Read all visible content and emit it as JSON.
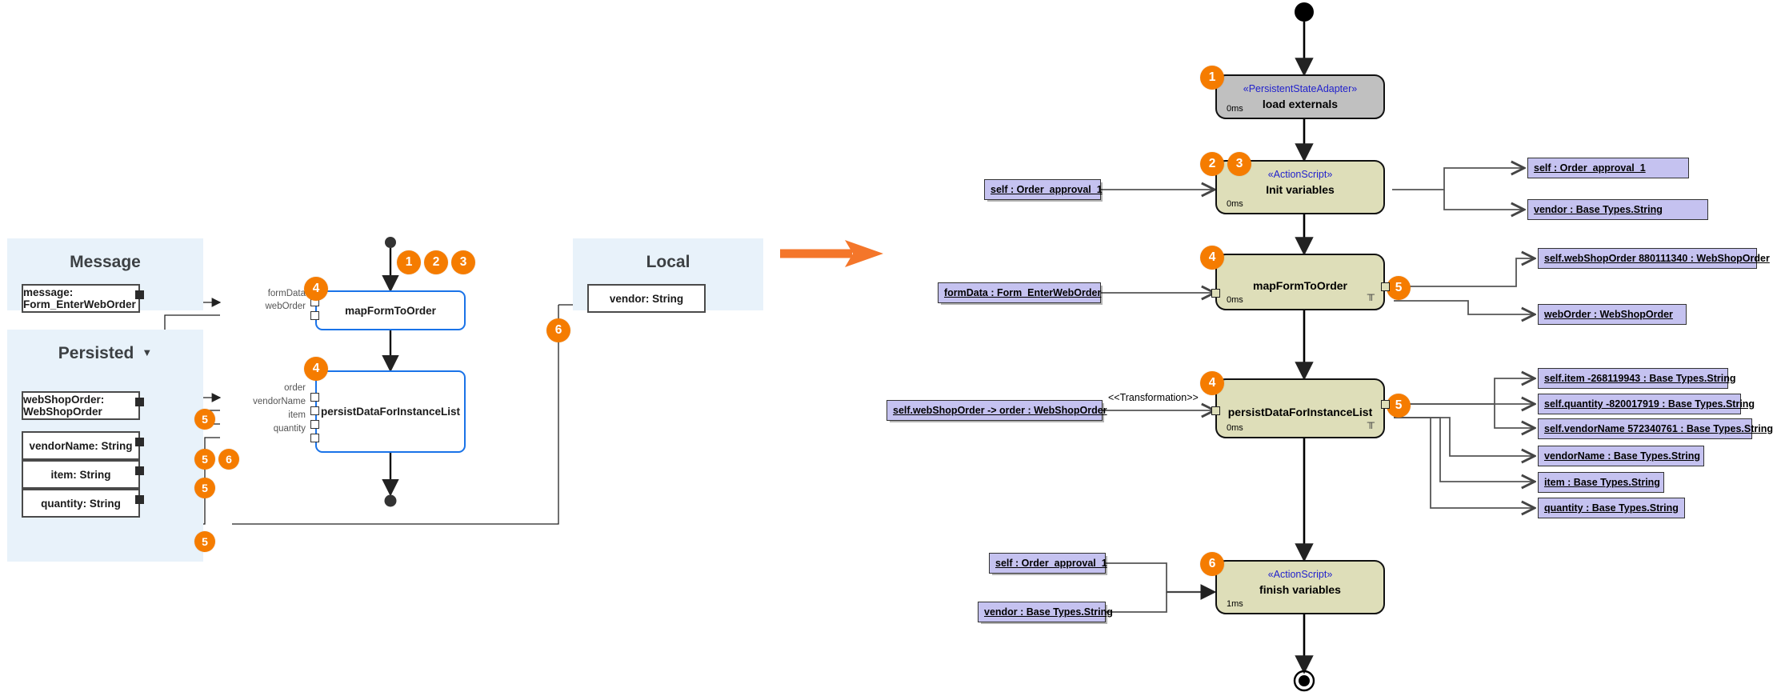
{
  "left_panels": [
    {
      "title": "Message",
      "has_caret": false,
      "variables": [
        {
          "label": "message: Form_EnterWebOrder"
        }
      ]
    },
    {
      "title": "Persisted",
      "has_caret": true,
      "caret_glyph": "▼",
      "variables": [
        {
          "label": "webShopOrder: WebShopOrder",
          "badges": [
            "5"
          ]
        },
        {
          "label": "vendorName: String",
          "badges": [
            "5",
            "6"
          ]
        },
        {
          "label": "item: String",
          "badges": [
            "5"
          ]
        },
        {
          "label": "quantity: String",
          "badges": [
            "5"
          ]
        }
      ]
    },
    {
      "title": "Local",
      "has_caret": false,
      "variables": [
        {
          "label": "vendor: String"
        }
      ]
    }
  ],
  "left_activities": [
    {
      "name": "mapFormToOrder",
      "badges": [
        "4"
      ],
      "ports": [
        {
          "label": "formData"
        },
        {
          "label": "webOrder"
        }
      ]
    },
    {
      "name": "persistDataForInstanceList",
      "badges": [
        "4"
      ],
      "ports": [
        {
          "label": "order"
        },
        {
          "label": "vendorName"
        },
        {
          "label": "item"
        },
        {
          "label": "quantity"
        }
      ]
    }
  ],
  "left_flow_badges": [
    "1",
    "2",
    "3"
  ],
  "left_local_badge": "6",
  "transition_arrow": {
    "name": "orange-right-arrow",
    "color": "#F4762A"
  },
  "right_diagram": {
    "start_node": "initial-node",
    "end_node": "final-node",
    "states": [
      {
        "id": "load-externals",
        "stereotype": "«PersistentStateAdapter»",
        "name": "load externals",
        "duration": "0ms",
        "fill": "grey",
        "badges": [
          "1"
        ],
        "pin_icon": false
      },
      {
        "id": "init-variables",
        "stereotype": "«ActionScript»",
        "name": "Init variables",
        "duration": "0ms",
        "fill": "olive",
        "badges": [
          "2",
          "3"
        ],
        "pin_icon": false
      },
      {
        "id": "map-form-to-order",
        "stereotype": "",
        "name": "mapFormToOrder",
        "duration": "0ms",
        "fill": "olive",
        "badges": [
          "4"
        ],
        "badges_right": [
          "5"
        ],
        "pin_icon": true
      },
      {
        "id": "persist-data-for-instance-list",
        "stereotype": "",
        "name": "persistDataForInstanceList",
        "duration": "0ms",
        "fill": "olive",
        "badges": [
          "4"
        ],
        "badges_right": [
          "5"
        ],
        "pin_icon": true
      },
      {
        "id": "finish-variables",
        "stereotype": "«ActionScript»",
        "name": "finish variables",
        "duration": "1ms",
        "fill": "olive",
        "badges": [
          "6"
        ],
        "pin_icon": false
      }
    ],
    "inputs": [
      {
        "for": "init-variables",
        "label": "self : Order_approval_1"
      },
      {
        "for": "map-form-to-order",
        "label": "formData : Form_EnterWebOrder"
      },
      {
        "for": "persist-data-for-instance-list",
        "label": "self.webShopOrder -> order : WebShopOrder",
        "edge_label": "<<Transformation>>"
      },
      {
        "for": "finish-variables",
        "label": "self : Order_approval_1"
      },
      {
        "for": "finish-variables",
        "label": "vendor : Base Types.String"
      }
    ],
    "outputs": [
      {
        "for": "init-variables",
        "label": "self : Order_approval_1"
      },
      {
        "for": "init-variables",
        "label": "vendor : Base Types.String"
      },
      {
        "for": "map-form-to-order",
        "label": "self.webShopOrder 880111340 : WebShopOrder"
      },
      {
        "for": "map-form-to-order",
        "label": "webOrder : WebShopOrder"
      },
      {
        "for": "persist-data-for-instance-list",
        "label": "self.item -268119943 : Base Types.String"
      },
      {
        "for": "persist-data-for-instance-list",
        "label": "self.quantity -820017919 : Base Types.String"
      },
      {
        "for": "persist-data-for-instance-list",
        "label": "self.vendorName 572340761 : Base Types.String"
      },
      {
        "for": "persist-data-for-instance-list",
        "label": "vendorName : Base Types.String"
      },
      {
        "for": "persist-data-for-instance-list",
        "label": "item : Base Types.String"
      },
      {
        "for": "persist-data-for-instance-list",
        "label": "quantity : Base Types.String"
      }
    ]
  },
  "colors": {
    "badge_orange": "#F57C00",
    "panel_blue": "#E8F2FA",
    "activity_border_blue": "#1A73E8",
    "state_olive": "#DEDEB9",
    "state_grey": "#C0C0C0",
    "object_lilac": "#C5C2F0",
    "stereotype_blue": "#2222CC"
  }
}
